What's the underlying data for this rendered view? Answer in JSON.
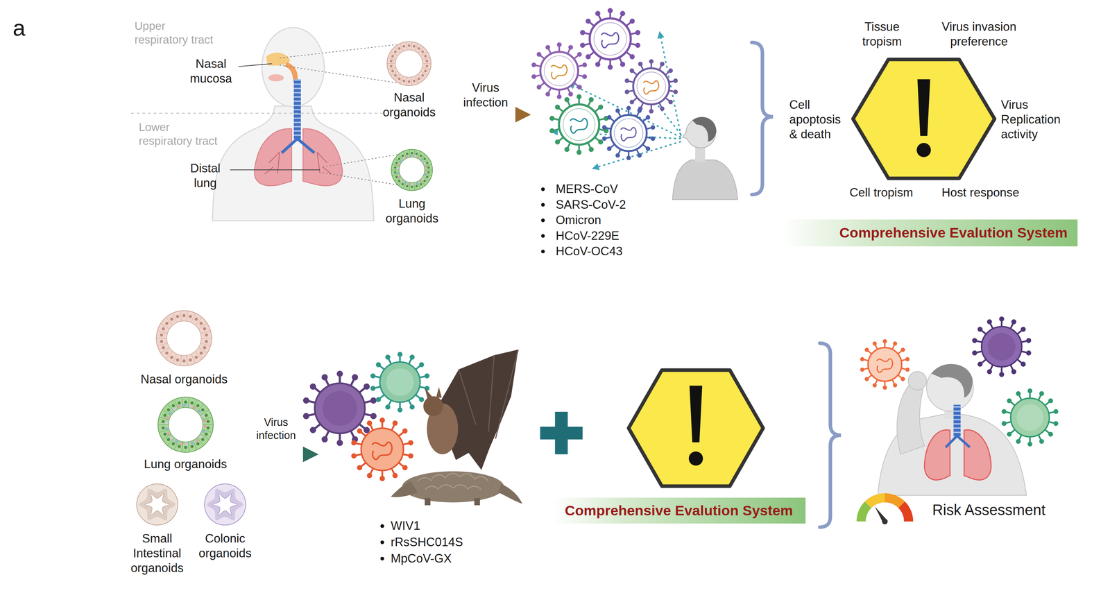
{
  "diagram": {
    "nodes": [
      {
        "text": [
          "Nasal organoids"
        ]
      },
      {
        "text": [
          "Lung organoids"
        ]
      },
      {
        "text": [
          "Comprehensive Evalution System"
        ]
      },
      {
        "text": [
          "Nasal organoids"
        ]
      },
      {
        "text": [
          "Lung organoids"
        ]
      },
      {
        "text": [
          "Small Intestinal organoids"
        ]
      },
      {
        "text": [
          "Colonic organoids"
        ]
      },
      {
        "text": [
          "Comprehensive Evalution System"
        ]
      }
    ],
    "labels": [
      "a",
      "Upper respiratory tract",
      "Nasal mucosa",
      "Lower respiratory tract",
      "Distal lung",
      "Virus infection",
      "MERS-CoV",
      "SARS-CoV-2",
      "Omicron",
      "HCoV-229E",
      "HCoV-OC43",
      "Tissue tropism",
      "Virus invasion preference",
      "Cell apoptosis & death",
      "Virus Replication activity",
      "Cell tropism",
      "Host response",
      "Virus infection",
      "WIV1",
      "rRsSHC014S",
      "MpCoV-GX",
      "Risk Assessment"
    ]
  }
}
